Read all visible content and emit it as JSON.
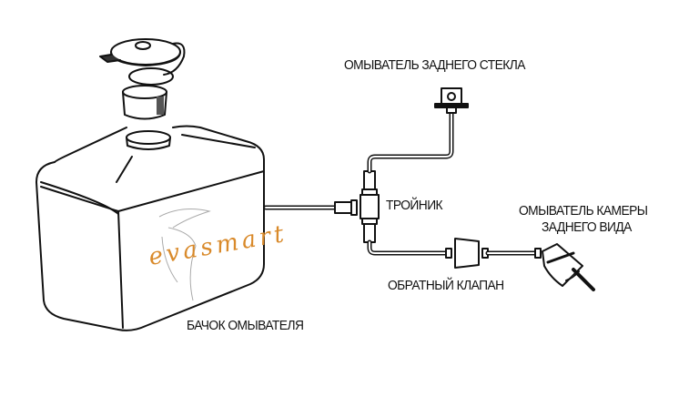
{
  "labels": {
    "rear_glass_washer": "ОМЫВАТЕЛЬ ЗАДНЕГО СТЕКЛА",
    "tee": "ТРОЙНИК",
    "camera_washer_line1": "ОМЫВАТЕЛЬ КАМЕРЫ",
    "camera_washer_line2": "ЗАДНЕГО ВИДА",
    "check_valve": "ОБРАТНЫЙ КЛАПАН",
    "tank": "БАЧОК ОМЫВАТЕЛЯ"
  },
  "logo": {
    "text": "evasmart",
    "color": "#d98a2b"
  },
  "colors": {
    "line": "#111111",
    "background": "#ffffff"
  }
}
